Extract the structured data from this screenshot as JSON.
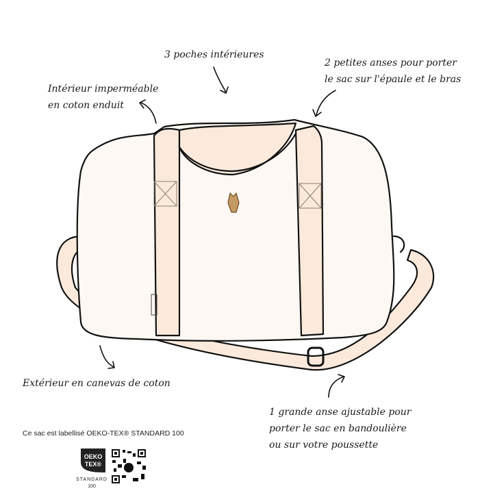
{
  "annotations": {
    "pockets": "3 poches intérieures",
    "handles": [
      "2 petites anses pour porter",
      "le sac sur l'épaule et le bras"
    ],
    "interior": [
      "Intérieur imperméable",
      "en coton enduit"
    ],
    "exterior": "Extérieur en canevas de coton",
    "strap": [
      "1 grande anse ajustable pour",
      "porter le sac en bandoulière",
      "ou sur votre poussette"
    ]
  },
  "certification": {
    "text": "Ce sac est labellisé OEKO-TEX® STANDARD 100",
    "logo_text": [
      "OEKO",
      "TEX®"
    ],
    "logo_caption": [
      "STANDARD",
      "100"
    ]
  },
  "colors": {
    "bag": "#fdf8f3",
    "strap": "#fbeadb",
    "patch": "#c49a62",
    "outline": "#111111"
  }
}
